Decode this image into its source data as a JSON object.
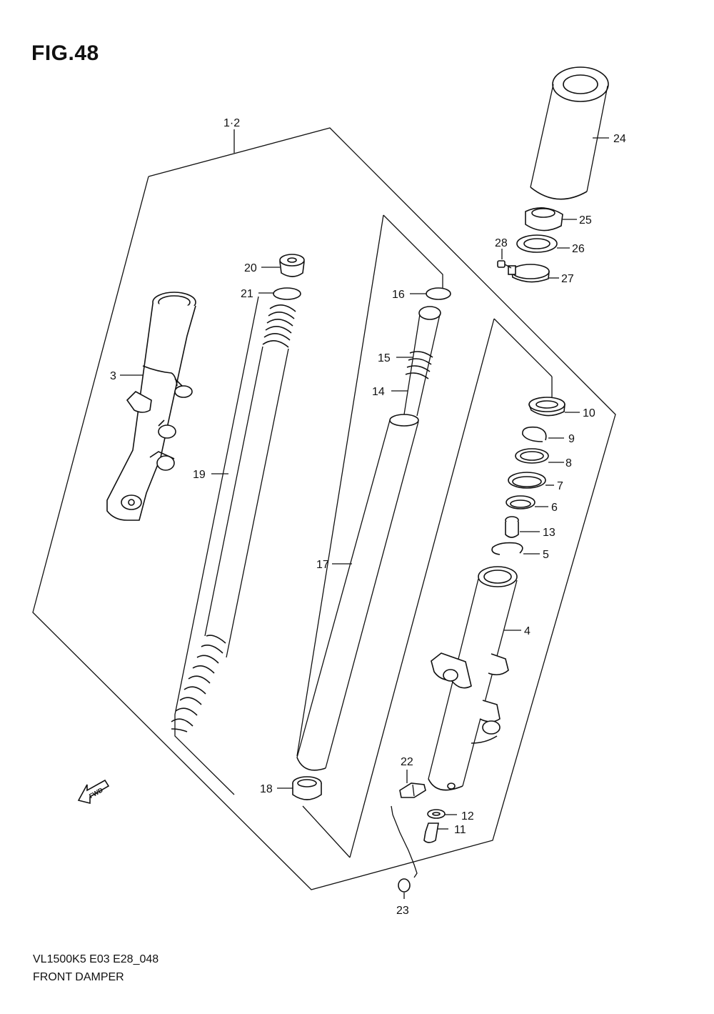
{
  "figure": {
    "title": "FIG.48"
  },
  "footer": {
    "model_code": "VL1500K5 E03 E28_048",
    "section_name": "FRONT DAMPER"
  },
  "direction_arrow": {
    "text": "FWD"
  },
  "callouts": {
    "c1_2": "1·2",
    "c3": "3",
    "c4": "4",
    "c5": "5",
    "c6": "6",
    "c7": "7",
    "c8": "8",
    "c9": "9",
    "c10": "10",
    "c11": "11",
    "c12": "12",
    "c13": "13",
    "c14": "14",
    "c15": "15",
    "c16": "16",
    "c17": "17",
    "c18": "18",
    "c19": "19",
    "c20": "20",
    "c21": "21",
    "c22": "22",
    "c23": "23",
    "c24": "24",
    "c25": "25",
    "c26": "26",
    "c27": "27",
    "c28": "28"
  }
}
